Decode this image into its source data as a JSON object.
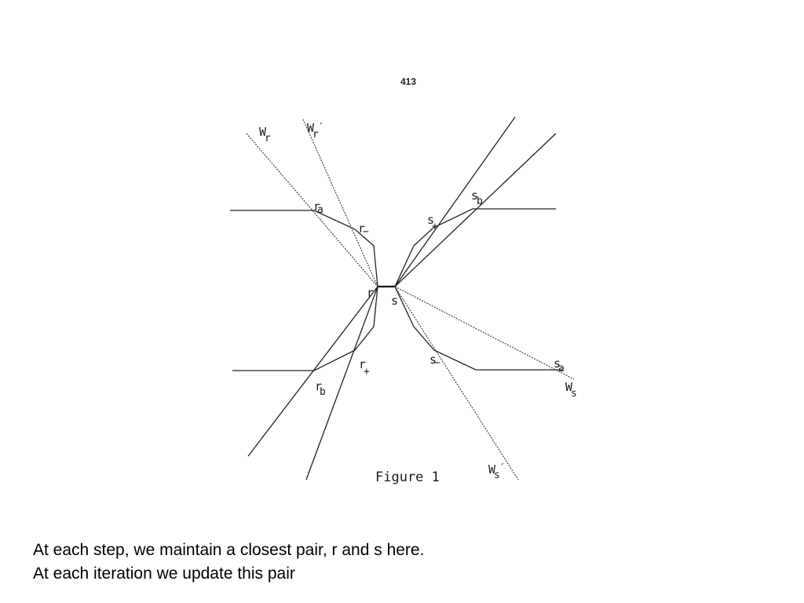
{
  "figure": {
    "page_number": "413",
    "caption": "Figure 1",
    "labels": {
      "w_r_main": "W",
      "w_r_sub": "r",
      "w_r_prime_main": "W",
      "w_r_prime_sub": "r",
      "w_r_prime_mark": "′",
      "r_a_main": "r",
      "r_a_sub": "a",
      "r_minus_main": "r",
      "r_minus_sub": "−",
      "r_main": "r",
      "s_main": "s",
      "s_plus_main": "s",
      "s_plus_sub": "+",
      "s_b_main": "s",
      "s_b_sub": "b",
      "r_plus_main": "r",
      "r_plus_sub": "+",
      "r_b_main": "r",
      "r_b_sub": "b",
      "s_minus_main": "s",
      "s_minus_sub": "−",
      "s_a_main": "s",
      "s_a_sub": "a",
      "w_s_main": "W",
      "w_s_sub": "s",
      "w_s_prime_main": "W",
      "w_s_prime_sub": "s",
      "w_s_prime_mark": "′"
    }
  },
  "caption": {
    "line1": "At each step, we maintain a closest pair, r and s here.",
    "line2": "At each iteration we update this pair"
  }
}
